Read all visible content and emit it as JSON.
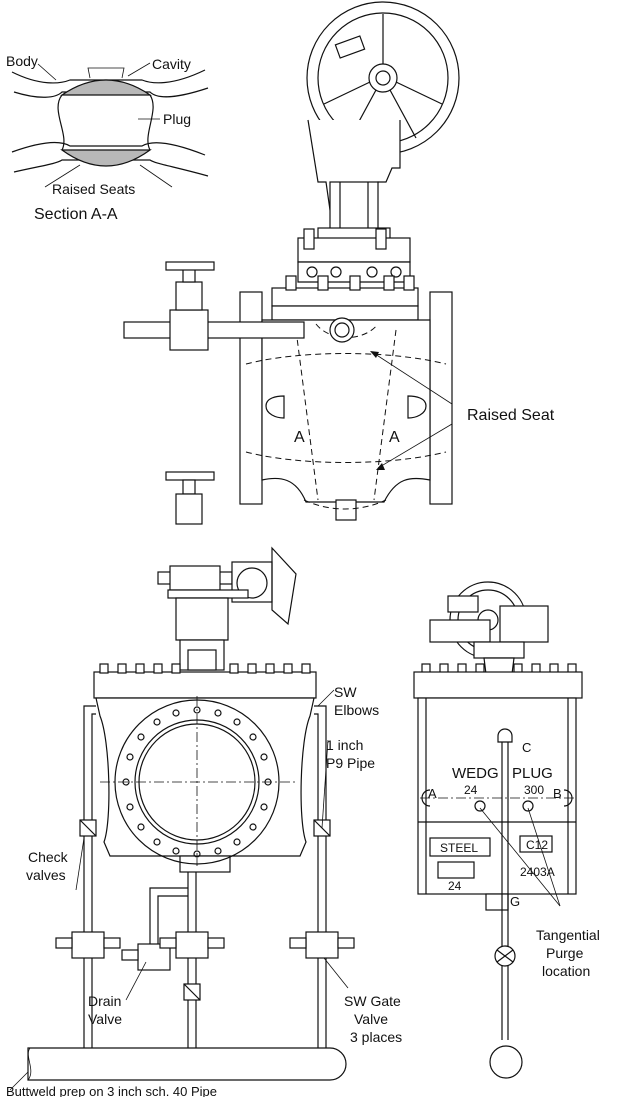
{
  "section": {
    "body": "Body",
    "cavity": "Cavity",
    "plug": "Plug",
    "raised_seats": "Raised Seats",
    "title": "Section A-A"
  },
  "top_view": {
    "raised_seat": "Raised Seat",
    "section_mark_left": "A",
    "section_mark_right": "A"
  },
  "front_view": {
    "sw_elbows_line1": "SW",
    "sw_elbows_line2": "Elbows",
    "pipe_line1": "1 inch",
    "pipe_line2": "P9 Pipe",
    "check_valves_line1": "Check",
    "check_valves_line2": "valves",
    "drain_valve_line1": "Drain",
    "drain_valve_line2": "Valve",
    "sw_gate_line1": "SW Gate",
    "sw_gate_line2": "Valve",
    "sw_gate_line3": "3 places",
    "buttweld": "Buttweld prep on 3 inch sch. 40 Pipe"
  },
  "side_view": {
    "point_c": "C",
    "point_a": "A",
    "point_b": "B",
    "point_g": "G",
    "brand_left": "WEDG",
    "brand_right": "PLUG",
    "size": "24",
    "rating": "300",
    "material": "STEEL",
    "material_size": "24",
    "material_grade": "C12",
    "serial": "2403A",
    "purge_line1": "Tangential",
    "purge_line2": "Purge",
    "purge_line3": "location"
  }
}
